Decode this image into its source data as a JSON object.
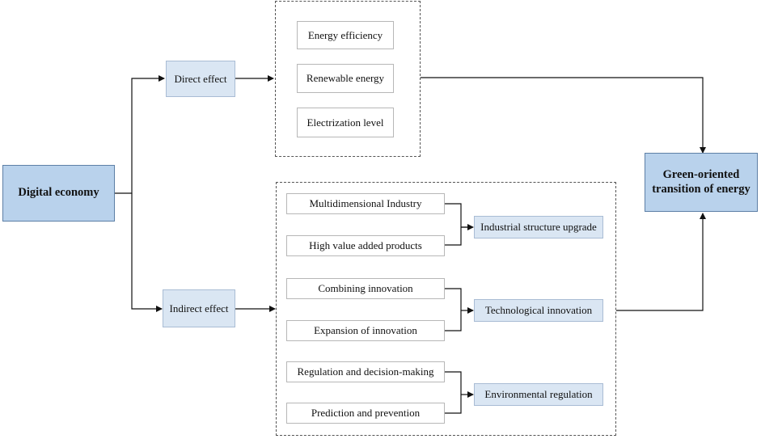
{
  "root": "Digital economy",
  "target": "Green-oriented transition of energy",
  "direct": {
    "label": "Direct effect",
    "items": [
      "Energy efficiency",
      "Renewable energy",
      "Electrization level"
    ]
  },
  "indirect": {
    "label": "Indirect effect",
    "groups": [
      {
        "inputs": [
          "Multidimensional Industry",
          "High value added products"
        ],
        "output": "Industrial structure upgrade"
      },
      {
        "inputs": [
          "Combining innovation",
          "Expansion of innovation"
        ],
        "output": "Technological innovation"
      },
      {
        "inputs": [
          "Regulation and decision-making",
          "Prediction and prevention"
        ],
        "output": "Environmental regulation"
      }
    ]
  }
}
